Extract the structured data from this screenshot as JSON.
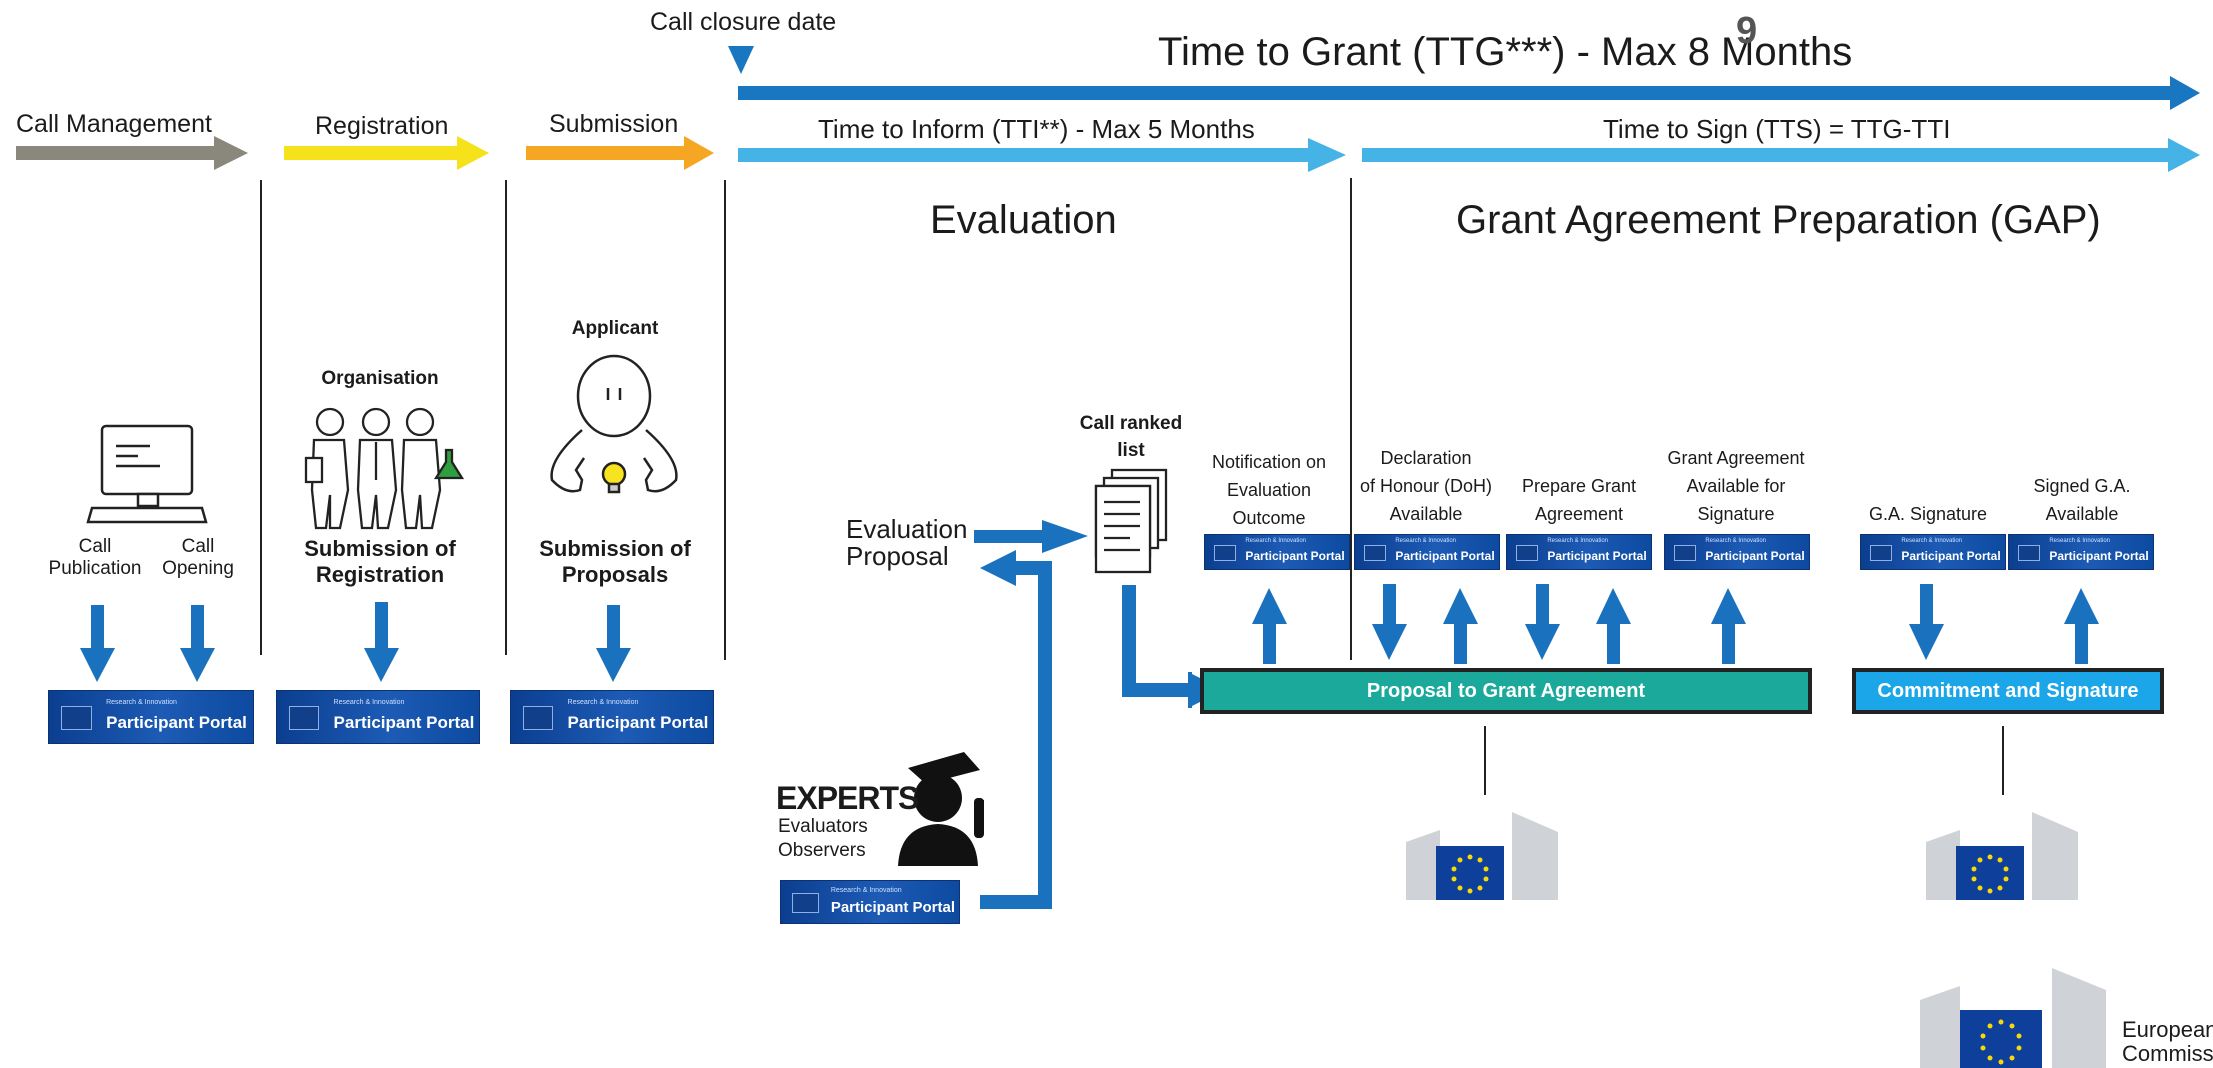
{
  "page_number": "9",
  "timeline": {
    "call_closure_date": "Call closure date",
    "time_to_grant": "Time to Grant (TTG***) - Max 8 Months",
    "time_to_inform": "Time to Inform (TTI**) - Max 5 Months",
    "time_to_sign": "Time to Sign (TTS) = TTG-TTI"
  },
  "phases": {
    "call_management": "Call Management",
    "registration": "Registration",
    "submission": "Submission",
    "evaluation": "Evaluation",
    "gap": "Grant Agreement Preparation (GAP)"
  },
  "steps": {
    "call_publication": "Call\nPublication",
    "call_opening": "Call\nOpening",
    "organisation": "Organisation",
    "submission_of_registration": "Submission of\nRegistration",
    "applicant": "Applicant",
    "submission_of_proposals": "Submission of\nProposals",
    "evaluation_proposal": "Evaluation\nProposal",
    "call_ranked_list": "Call ranked\nlist",
    "notification": "Notification on\nEvaluation\nOutcome",
    "declaration": "Declaration\nof Honour (DoH)\nAvailable",
    "prepare_grant": "Prepare Grant\nAgreement",
    "ga_available": "Grant Agreement\nAvailable for\nSignature",
    "ga_signature": "G.A. Signature",
    "signed_ga": "Signed G.A.\nAvailable"
  },
  "experts": {
    "title": "EXPERTS",
    "line1": "Evaluators",
    "line2": "Observers"
  },
  "bars": {
    "proposal_to_ga": "Proposal to Grant Agreement",
    "commitment": "Commitment and Signature"
  },
  "portal": {
    "small": "Research & Innovation",
    "big": "Participant Portal"
  },
  "ec_logo_text": "European\nCommission",
  "colors": {
    "call_management": "#8a877c",
    "registration": "#f5e21a",
    "submission": "#f5a623",
    "ttg": "#1976c0",
    "tti": "#45b3e6",
    "proposal_bar": "#1aa99b",
    "commitment_bar": "#1aa6e8",
    "flow_arrow": "#1a72bf"
  }
}
